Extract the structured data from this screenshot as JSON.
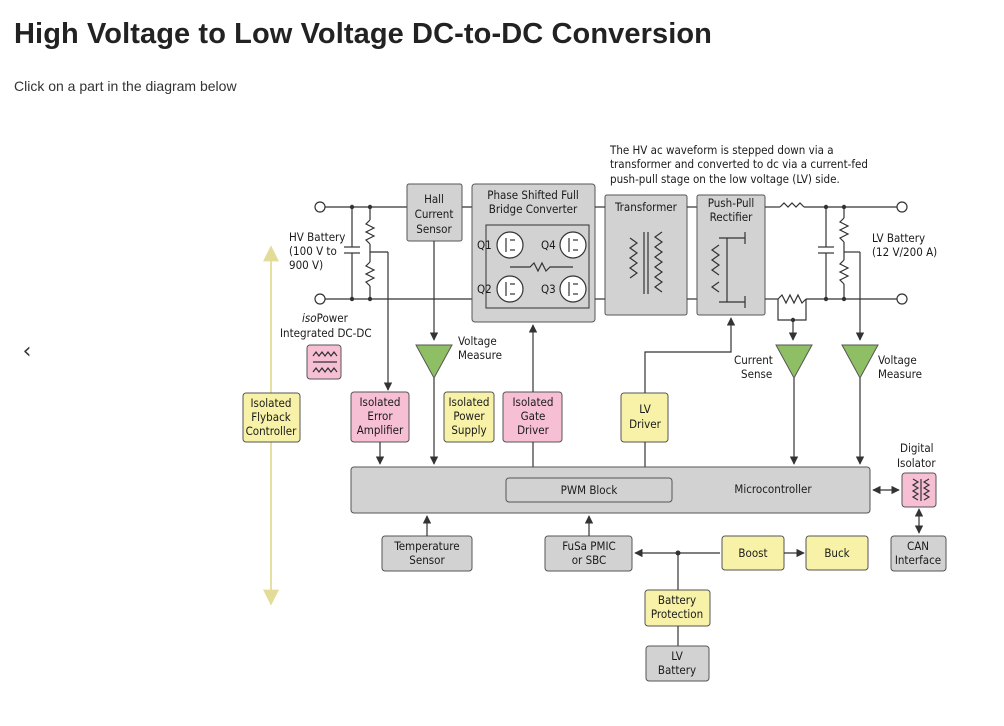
{
  "page": {
    "title": "High Voltage to Low Voltage DC-to-DC Conversion",
    "subtitle": "Click on a part in the diagram below"
  },
  "nav": {
    "prev_icon": "chevron-left-icon",
    "prev_glyph": "‹"
  },
  "colors": {
    "gray": "#d2d2d2",
    "yellow": "#f7f2a8",
    "pink": "#f7bfd3",
    "green": "#8fbf64",
    "arrow": "#e6e0a0"
  },
  "diagram": {
    "note": [
      "The HV ac waveform is stepped down via a",
      "transformer and converted to dc via a current-fed",
      "push-pull stage on the low voltage (LV) side."
    ],
    "hv_battery": [
      "HV Battery",
      "(100 V to",
      "900 V)"
    ],
    "lv_battery_label": [
      "LV Battery",
      "(12 V/200 A)"
    ],
    "hall_sensor": [
      "Hall",
      "Current",
      "Sensor"
    ],
    "phase_shifted": [
      "Phase Shifted Full",
      "Bridge Converter"
    ],
    "q1": "Q1",
    "q2": "Q2",
    "q3": "Q3",
    "q4": "Q4",
    "transformer": "Transformer",
    "push_pull": [
      "Push-Pull",
      "Rectifier"
    ],
    "isopower_prefix": "iso",
    "isopower_suffix": "Power",
    "isopower_line2": "Integrated DC-DC",
    "voltage_measure_hv": [
      "Voltage",
      "Measure"
    ],
    "current_sense": [
      "Current",
      "Sense"
    ],
    "voltage_measure_lv": [
      "Voltage",
      "Measure"
    ],
    "flyback": [
      "Isolated",
      "Flyback",
      "Controller"
    ],
    "error_amp": [
      "Isolated",
      "Error",
      "Amplifier"
    ],
    "power_supply": [
      "Isolated",
      "Power",
      "Supply"
    ],
    "gate_driver": [
      "Isolated",
      "Gate",
      "Driver"
    ],
    "lv_driver": [
      "LV",
      "Driver"
    ],
    "digital_isolator": [
      "Digital",
      "Isolator"
    ],
    "pwm_block": "PWM Block",
    "microcontroller": "Microcontroller",
    "temp_sensor": [
      "Temperature",
      "Sensor"
    ],
    "fusa": [
      "FuSa PMIC",
      "or SBC"
    ],
    "boost": "Boost",
    "buck": "Buck",
    "can": [
      "CAN",
      "Interface"
    ],
    "battery_protection": [
      "Battery",
      "Protection"
    ],
    "lv_battery_box": [
      "LV",
      "Battery"
    ]
  }
}
